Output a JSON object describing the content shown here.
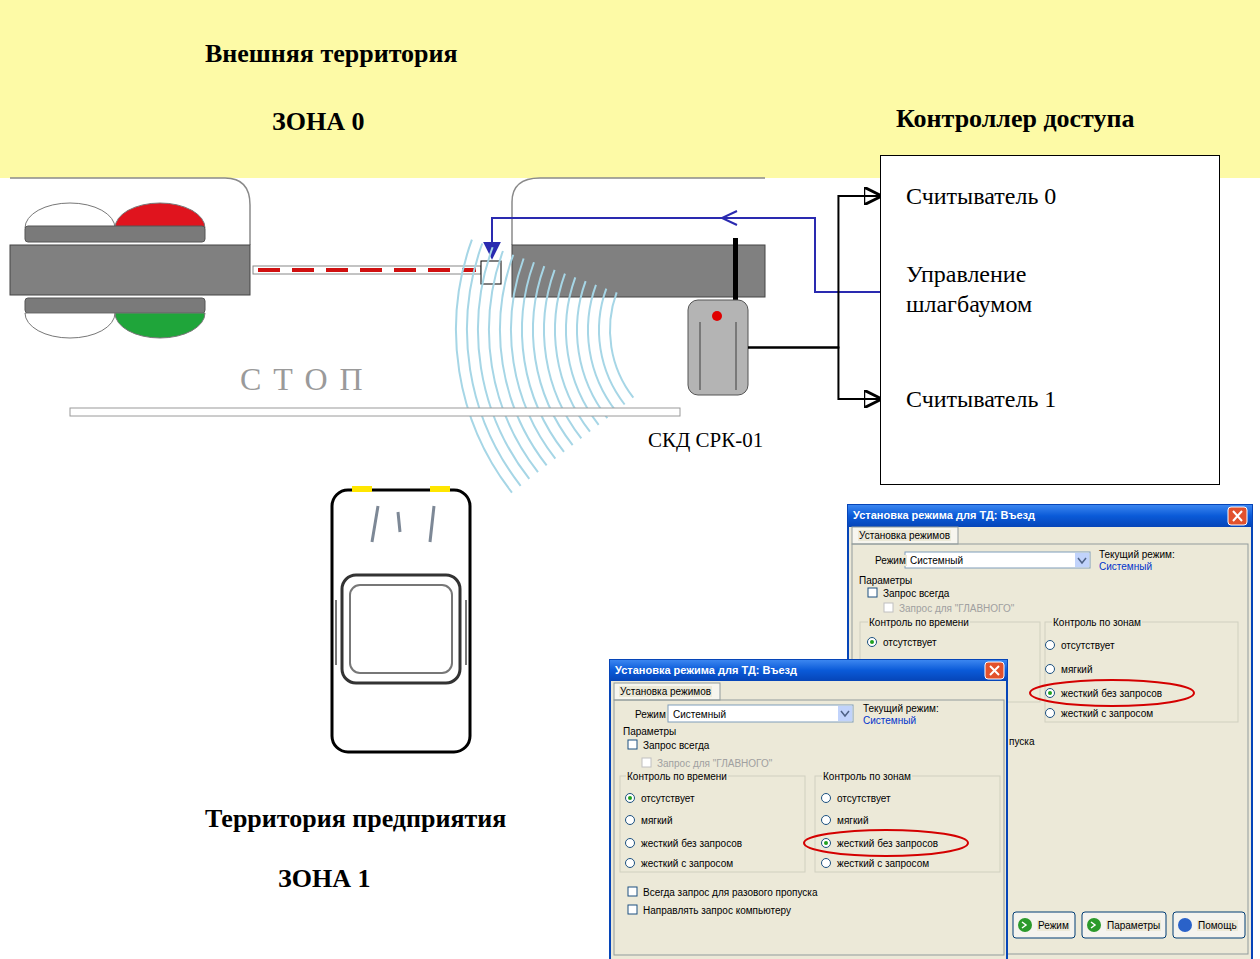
{
  "diagram": {
    "nodes": [
      {
        "text": [
          "Контроллер доступа"
        ]
      },
      {
        "text": [
          "Считыватель 0"
        ],
        "in": 0
      },
      {
        "text": [
          "Управление шлагбаумом"
        ],
        "in": 0
      },
      {
        "text": [
          "Считыватель 1"
        ],
        "in": 0
      },
      {
        "text": [
          "СКД СРК-01"
        ]
      }
    ],
    "edges": [
      {
        "from": 4,
        "to": 1,
        "arrow": "to"
      },
      {
        "from": 4,
        "to": 3,
        "arrow": "to"
      }
    ],
    "labels": [
      "Внешняя территория",
      "ЗОНА 0",
      "СТОП",
      "Территория предприятия",
      "ЗОНА 1",
      "Установка режима для ТД: Въезд",
      "Установка режимов",
      "Режим",
      "Системный",
      "Текущий режим:",
      "Системный",
      "Параметры",
      "Запрос всегда",
      "Запрос для \"ГЛАВНОГО\"",
      "Контроль по времени",
      "отсутствует",
      "Контроль по зонам",
      "отсутствует",
      "мягкий",
      "жесткий без запросов",
      "жесткий с запросом",
      "пуска",
      "Режим",
      "Параметры",
      "Помощь",
      "Установка режима для ТД: Въезд",
      "Установка режимов",
      "Режим",
      "Системный",
      "Текущий режим:",
      "Системный",
      "Параметры",
      "Запрос всегда",
      "Запрос для \"ГЛАВНОГО\"",
      "Контроль по времени",
      "отсутствует",
      "мягкий",
      "жесткий без запросов",
      "жесткий с запросом",
      "Контроль по зонам",
      "отсутствует",
      "мягкий",
      "жесткий без запросов",
      "жесткий с запросом",
      "Всегда запрос для разового пропуска",
      "Направлять запрос компьютеру"
    ]
  }
}
